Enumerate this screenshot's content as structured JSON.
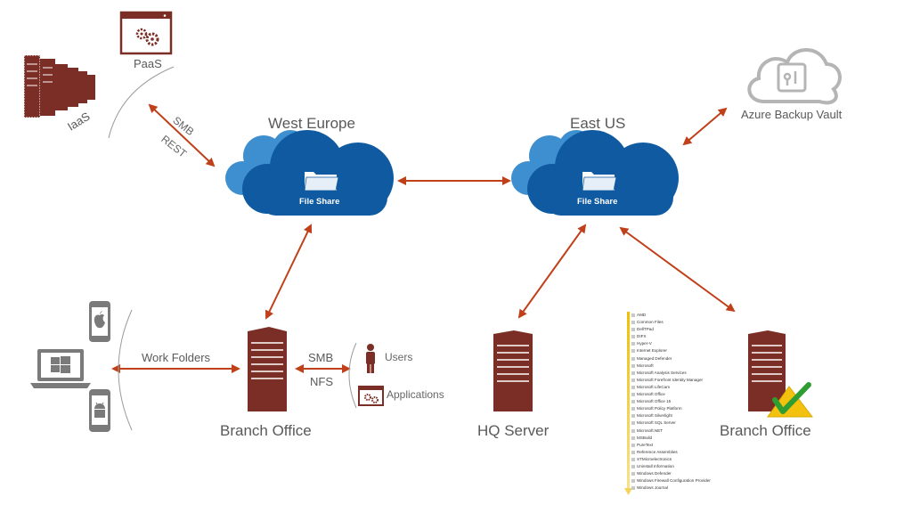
{
  "regions": {
    "west": "West Europe",
    "east": "East US"
  },
  "clouds": {
    "west_label": "File Share",
    "east_label": "File Share"
  },
  "cloud_services": {
    "paas": "PaaS",
    "iaas": "IaaS",
    "protocol_smb": "SMB",
    "protocol_rest": "REST"
  },
  "backup": {
    "label": "Azure Backup Vault"
  },
  "branch_left": {
    "label": "Branch Office",
    "work_folders": "Work Folders",
    "protocol_smb": "SMB",
    "protocol_nfs": "NFS",
    "users": "Users",
    "applications": "Applications"
  },
  "hq": {
    "label": "HQ Server"
  },
  "branch_right": {
    "label": "Branch Office"
  },
  "folder_tree": [
    "AMD",
    "Common Files",
    "DellTPad",
    "DIFX",
    "Hyper-V",
    "Internet Explorer",
    "Managed Defender",
    "Microsoft",
    "Microsoft Analysis Services",
    "Microsoft Forefront Identity Manager",
    "Microsoft LifeCam",
    "Microsoft Office",
    "Microsoft Office 15",
    "Microsoft Policy Platform",
    "Microsoft Silverlight",
    "Microsoft SQL Server",
    "Microsoft.NET",
    "MSBuild",
    "PureText",
    "Reference Assemblies",
    "STMicroelectronics",
    "Uninstall Information",
    "Windows Defender",
    "Windows Firewall Configuration Provider",
    "Windows Journal"
  ],
  "colors": {
    "arrow": "#c0401a",
    "server": "#7b2e25",
    "cloud_dark": "#0f5aa0",
    "cloud_light": "#3e8fd0",
    "gray": "#9b9b9b"
  }
}
